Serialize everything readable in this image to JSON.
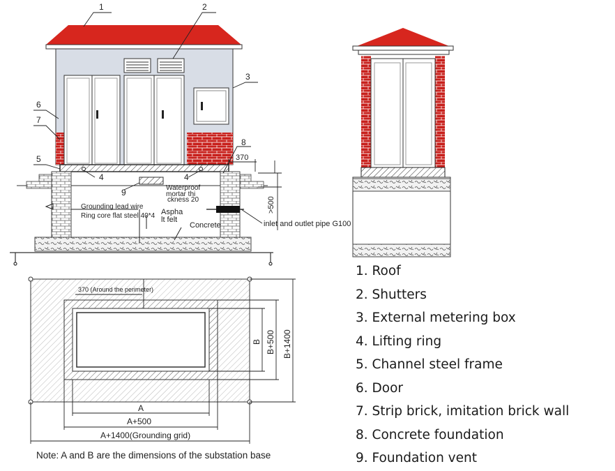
{
  "callouts": {
    "c1": "1",
    "c2": "2",
    "c3": "3",
    "c4a": "4",
    "c4b": "4",
    "c5": "5",
    "c6": "6",
    "c7": "7",
    "c8": "8",
    "c9": "9"
  },
  "labels": {
    "dim_370": "370",
    "dim_500": ">500",
    "waterproof_1": "Waterproof",
    "waterproof_2": "mortar thi",
    "waterproof_3": "ckness 20",
    "grounding_1": "Grounding lead wire",
    "grounding_2": "Ring core flat steel 40*4",
    "asphalt_1": "Aspha",
    "asphalt_2": "lt felt",
    "concrete": "Concrete",
    "pipe": "inlet and outlet pipe G100"
  },
  "plan": {
    "perimeter": "370 (Around the perimeter)",
    "dim_a": "A",
    "dim_a500": "A+500",
    "dim_a1400": "A+1400(Grounding grid)",
    "dim_b": "B",
    "dim_b500": "B+500",
    "dim_b1400": "B+1400"
  },
  "legend": [
    "1. Roof",
    "2. Shutters",
    "3. External metering box",
    "4. Lifting ring",
    "5. Channel steel frame",
    "6. Door",
    "7. Strip brick, imitation brick wall",
    "8. Concrete foundation",
    "9. Foundation vent"
  ],
  "note": "Note: A and B are the dimensions of the substation base",
  "colors": {
    "roof": "#d7261e",
    "brick": "#c8201c",
    "wall": "#d8dde6",
    "line": "#222222"
  }
}
